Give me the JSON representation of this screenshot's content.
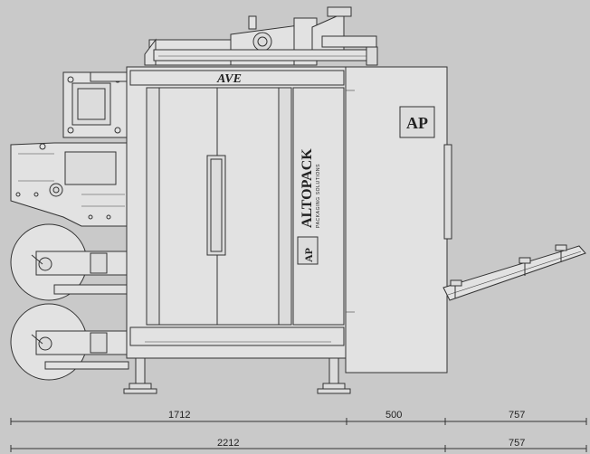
{
  "machine": {
    "model_label": "AVE",
    "brand_name": "ALTOPACK",
    "brand_tagline": "PACKAGING SOLUTIONS",
    "logo_glyph": "AP"
  },
  "dimensions": {
    "row1": [
      {
        "label": "1712"
      },
      {
        "label": "500"
      },
      {
        "label": "757"
      }
    ],
    "row2": [
      {
        "label": "2212"
      },
      {
        "label": "757"
      }
    ]
  },
  "colors": {
    "background": "#c9c9c9",
    "panel": "#e2e2e2",
    "line": "#333333"
  }
}
